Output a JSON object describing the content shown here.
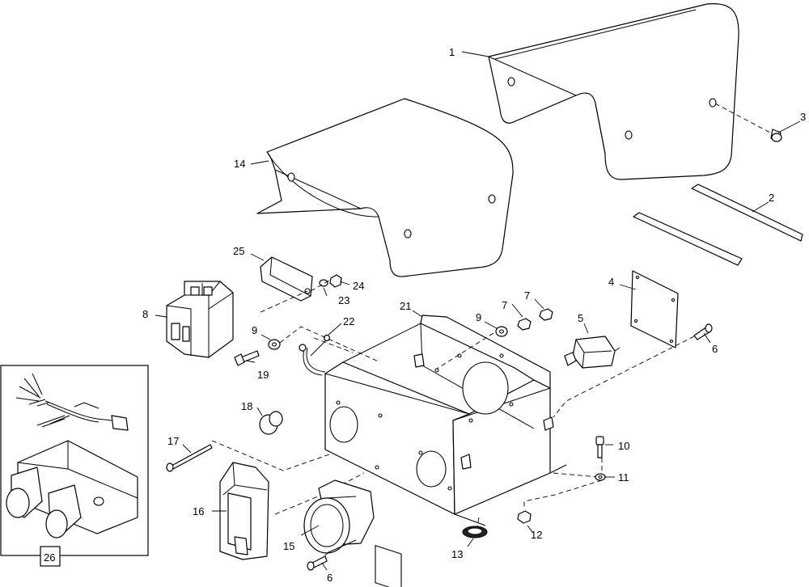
{
  "callouts": [
    {
      "id": "c1",
      "label": "1"
    },
    {
      "id": "c2",
      "label": "2"
    },
    {
      "id": "c3",
      "label": "3"
    },
    {
      "id": "c4",
      "label": "4"
    },
    {
      "id": "c5",
      "label": "5"
    },
    {
      "id": "c6a",
      "label": "6"
    },
    {
      "id": "c6b",
      "label": "6"
    },
    {
      "id": "c7a",
      "label": "7"
    },
    {
      "id": "c7b",
      "label": "7"
    },
    {
      "id": "c8",
      "label": "8"
    },
    {
      "id": "c9a",
      "label": "9"
    },
    {
      "id": "c9b",
      "label": "9"
    },
    {
      "id": "c10",
      "label": "10"
    },
    {
      "id": "c11",
      "label": "11"
    },
    {
      "id": "c12",
      "label": "12"
    },
    {
      "id": "c13",
      "label": "13"
    },
    {
      "id": "c14",
      "label": "14"
    },
    {
      "id": "c15",
      "label": "15"
    },
    {
      "id": "c16",
      "label": "16"
    },
    {
      "id": "c17",
      "label": "17"
    },
    {
      "id": "c18",
      "label": "18"
    },
    {
      "id": "c19",
      "label": "19"
    },
    {
      "id": "c21",
      "label": "21"
    },
    {
      "id": "c22",
      "label": "22"
    },
    {
      "id": "c23",
      "label": "23"
    },
    {
      "id": "c24",
      "label": "24"
    },
    {
      "id": "c25",
      "label": "25"
    }
  ],
  "inset": {
    "label": "26"
  }
}
